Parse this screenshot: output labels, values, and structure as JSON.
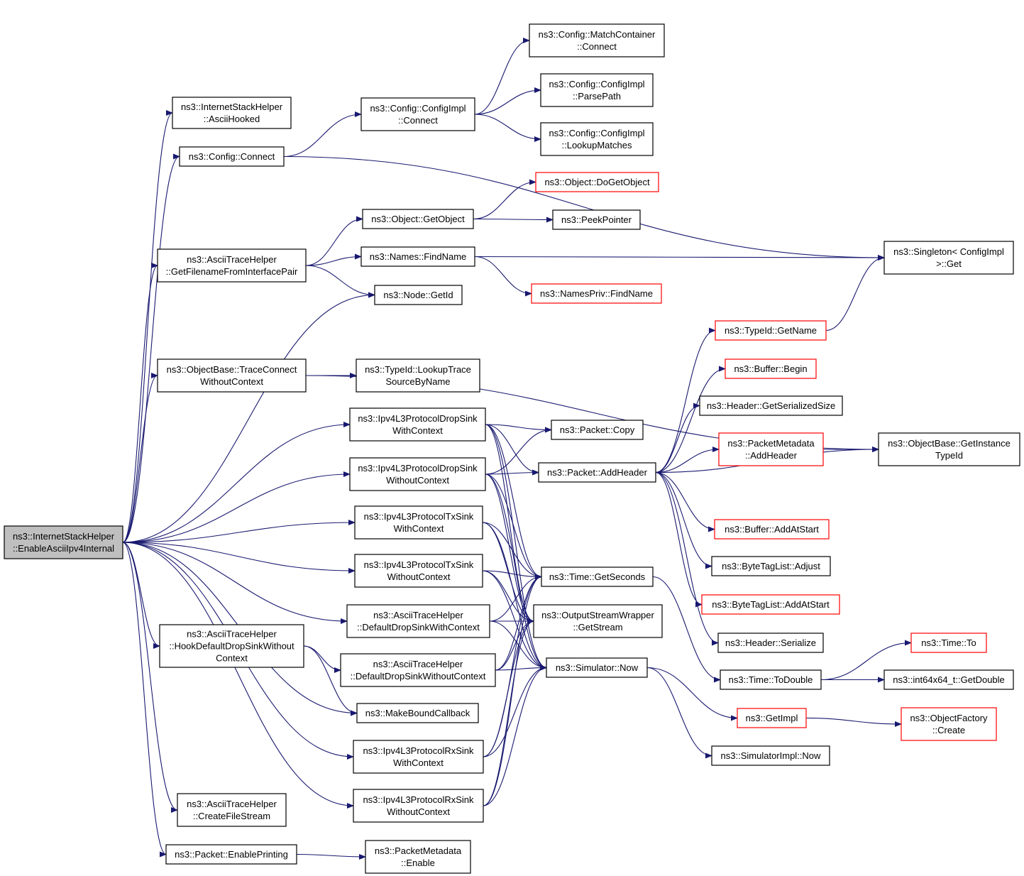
{
  "graph": {
    "nodes": [
      {
        "id": "root",
        "lines": [
          "ns3::InternetStackHelper",
          "::EnableAsciiIpv4Internal"
        ],
        "style": "root"
      },
      {
        "id": "asciihooked",
        "lines": [
          "ns3::InternetStackHelper",
          "::AsciiHooked"
        ],
        "style": "normal"
      },
      {
        "id": "cfgconnect",
        "lines": [
          "ns3::Config::Connect"
        ],
        "style": "normal"
      },
      {
        "id": "cfgimplconnect",
        "lines": [
          "ns3::Config::ConfigImpl",
          "::Connect"
        ],
        "style": "normal"
      },
      {
        "id": "matchcontainer",
        "lines": [
          "ns3::Config::MatchContainer",
          "::Connect"
        ],
        "style": "normal"
      },
      {
        "id": "parsepath",
        "lines": [
          "ns3::Config::ConfigImpl",
          "::ParsePath"
        ],
        "style": "normal"
      },
      {
        "id": "lookupmatches",
        "lines": [
          "ns3::Config::ConfigImpl",
          "::LookupMatches"
        ],
        "style": "normal"
      },
      {
        "id": "dogetobject",
        "lines": [
          "ns3::Object::DoGetObject"
        ],
        "style": "red"
      },
      {
        "id": "getobject",
        "lines": [
          "ns3::Object::GetObject"
        ],
        "style": "normal"
      },
      {
        "id": "peekpointer",
        "lines": [
          "ns3::PeekPointer"
        ],
        "style": "normal"
      },
      {
        "id": "getfilename",
        "lines": [
          "ns3::AsciiTraceHelper",
          "::GetFilenameFromInterfacePair"
        ],
        "style": "normal"
      },
      {
        "id": "namesfind",
        "lines": [
          "ns3::Names::FindName"
        ],
        "style": "normal"
      },
      {
        "id": "singleton",
        "lines": [
          "ns3::Singleton< ConfigImpl",
          ">::Get"
        ],
        "style": "normal"
      },
      {
        "id": "namespriv",
        "lines": [
          "ns3::NamesPriv::FindName"
        ],
        "style": "red"
      },
      {
        "id": "nodegetid",
        "lines": [
          "ns3::Node::GetId"
        ],
        "style": "normal"
      },
      {
        "id": "typeidgetname",
        "lines": [
          "ns3::TypeId::GetName"
        ],
        "style": "red"
      },
      {
        "id": "traceconnect",
        "lines": [
          "ns3::ObjectBase::TraceConnect",
          "WithoutContext"
        ],
        "style": "normal"
      },
      {
        "id": "lookuptrace",
        "lines": [
          "ns3::TypeId::LookupTrace",
          "SourceByName"
        ],
        "style": "normal"
      },
      {
        "id": "bufferbegin",
        "lines": [
          "ns3::Buffer::Begin"
        ],
        "style": "red"
      },
      {
        "id": "headergetsize",
        "lines": [
          "ns3::Header::GetSerializedSize"
        ],
        "style": "normal"
      },
      {
        "id": "dropsinkwith",
        "lines": [
          "ns3::Ipv4L3ProtocolDropSink",
          "WithContext"
        ],
        "style": "normal"
      },
      {
        "id": "packetcopy",
        "lines": [
          "ns3::Packet::Copy"
        ],
        "style": "normal"
      },
      {
        "id": "pmaddheader",
        "lines": [
          "ns3::PacketMetadata",
          "::AddHeader"
        ],
        "style": "red"
      },
      {
        "id": "getinstancetypeid",
        "lines": [
          "ns3::ObjectBase::GetInstance",
          "TypeId"
        ],
        "style": "normal"
      },
      {
        "id": "dropsinkwithout",
        "lines": [
          "ns3::Ipv4L3ProtocolDropSink",
          "WithoutContext"
        ],
        "style": "normal"
      },
      {
        "id": "addheader",
        "lines": [
          "ns3::Packet::AddHeader"
        ],
        "style": "normal"
      },
      {
        "id": "txsinkwith",
        "lines": [
          "ns3::Ipv4L3ProtocolTxSink",
          "WithContext"
        ],
        "style": "normal"
      },
      {
        "id": "bufferaddatstart",
        "lines": [
          "ns3::Buffer::AddAtStart"
        ],
        "style": "red"
      },
      {
        "id": "bytetagadjust",
        "lines": [
          "ns3::ByteTagList::Adjust"
        ],
        "style": "normal"
      },
      {
        "id": "txsinkwithout",
        "lines": [
          "ns3::Ipv4L3ProtocolTxSink",
          "WithoutContext"
        ],
        "style": "normal"
      },
      {
        "id": "timegetseconds",
        "lines": [
          "ns3::Time::GetSeconds"
        ],
        "style": "normal"
      },
      {
        "id": "bytetagaddatstart",
        "lines": [
          "ns3::ByteTagList::AddAtStart"
        ],
        "style": "red"
      },
      {
        "id": "defaultdropwith",
        "lines": [
          "ns3::AsciiTraceHelper",
          "::DefaultDropSinkWithContext"
        ],
        "style": "normal"
      },
      {
        "id": "outputstream",
        "lines": [
          "ns3::OutputStreamWrapper",
          "::GetStream"
        ],
        "style": "normal"
      },
      {
        "id": "hookdefault",
        "lines": [
          "ns3::AsciiTraceHelper",
          "::HookDefaultDropSinkWithout",
          "Context"
        ],
        "style": "normal"
      },
      {
        "id": "headerserialize",
        "lines": [
          "ns3::Header::Serialize"
        ],
        "style": "normal"
      },
      {
        "id": "timeto",
        "lines": [
          "ns3::Time::To"
        ],
        "style": "red"
      },
      {
        "id": "defaultdropwithout",
        "lines": [
          "ns3::AsciiTraceHelper",
          "::DefaultDropSinkWithoutContext"
        ],
        "style": "normal"
      },
      {
        "id": "simnow",
        "lines": [
          "ns3::Simulator::Now"
        ],
        "style": "normal"
      },
      {
        "id": "timetodouble",
        "lines": [
          "ns3::Time::ToDouble"
        ],
        "style": "normal"
      },
      {
        "id": "int64getdouble",
        "lines": [
          "ns3::int64x64_t::GetDouble"
        ],
        "style": "normal"
      },
      {
        "id": "makebound",
        "lines": [
          "ns3::MakeBoundCallback"
        ],
        "style": "normal"
      },
      {
        "id": "getimpl",
        "lines": [
          "ns3::GetImpl"
        ],
        "style": "red"
      },
      {
        "id": "objectfactory",
        "lines": [
          "ns3::ObjectFactory",
          "::Create"
        ],
        "style": "red"
      },
      {
        "id": "rxsinkwith",
        "lines": [
          "ns3::Ipv4L3ProtocolRxSink",
          "WithContext"
        ],
        "style": "normal"
      },
      {
        "id": "simimplnow",
        "lines": [
          "ns3::SimulatorImpl::Now"
        ],
        "style": "normal"
      },
      {
        "id": "rxsinkwithout",
        "lines": [
          "ns3::Ipv4L3ProtocolRxSink",
          "WithoutContext"
        ],
        "style": "normal"
      },
      {
        "id": "createfilestream",
        "lines": [
          "ns3::AsciiTraceHelper",
          "::CreateFileStream"
        ],
        "style": "normal"
      },
      {
        "id": "enableprinting",
        "lines": [
          "ns3::Packet::EnablePrinting"
        ],
        "style": "normal"
      },
      {
        "id": "pmenable",
        "lines": [
          "ns3::PacketMetadata",
          "::Enable"
        ],
        "style": "normal"
      }
    ],
    "edges": [
      [
        "root",
        "asciihooked"
      ],
      [
        "root",
        "cfgconnect"
      ],
      [
        "root",
        "getfilename"
      ],
      [
        "root",
        "nodegetid"
      ],
      [
        "root",
        "traceconnect"
      ],
      [
        "root",
        "dropsinkwith"
      ],
      [
        "root",
        "dropsinkwithout"
      ],
      [
        "root",
        "txsinkwith"
      ],
      [
        "root",
        "txsinkwithout"
      ],
      [
        "root",
        "defaultdropwith"
      ],
      [
        "root",
        "hookdefault"
      ],
      [
        "root",
        "makebound"
      ],
      [
        "root",
        "rxsinkwith"
      ],
      [
        "root",
        "rxsinkwithout"
      ],
      [
        "root",
        "createfilestream"
      ],
      [
        "root",
        "enableprinting"
      ],
      [
        "cfgconnect",
        "cfgimplconnect"
      ],
      [
        "cfgconnect",
        "singleton"
      ],
      [
        "cfgimplconnect",
        "matchcontainer"
      ],
      [
        "cfgimplconnect",
        "parsepath"
      ],
      [
        "cfgimplconnect",
        "lookupmatches"
      ],
      [
        "getfilename",
        "getobject"
      ],
      [
        "getfilename",
        "namesfind"
      ],
      [
        "getfilename",
        "nodegetid"
      ],
      [
        "getobject",
        "dogetobject"
      ],
      [
        "getobject",
        "peekpointer"
      ],
      [
        "namesfind",
        "singleton"
      ],
      [
        "namesfind",
        "namespriv"
      ],
      [
        "traceconnect",
        "lookuptrace"
      ],
      [
        "traceconnect",
        "getinstancetypeid"
      ],
      [
        "typeidgetname",
        "singleton"
      ],
      [
        "dropsinkwith",
        "packetcopy"
      ],
      [
        "dropsinkwith",
        "addheader"
      ],
      [
        "dropsinkwith",
        "timegetseconds"
      ],
      [
        "dropsinkwith",
        "outputstream"
      ],
      [
        "dropsinkwith",
        "simnow"
      ],
      [
        "dropsinkwithout",
        "packetcopy"
      ],
      [
        "dropsinkwithout",
        "addheader"
      ],
      [
        "dropsinkwithout",
        "timegetseconds"
      ],
      [
        "dropsinkwithout",
        "outputstream"
      ],
      [
        "dropsinkwithout",
        "simnow"
      ],
      [
        "txsinkwith",
        "timegetseconds"
      ],
      [
        "txsinkwith",
        "outputstream"
      ],
      [
        "txsinkwith",
        "simnow"
      ],
      [
        "txsinkwithout",
        "timegetseconds"
      ],
      [
        "txsinkwithout",
        "outputstream"
      ],
      [
        "txsinkwithout",
        "simnow"
      ],
      [
        "defaultdropwith",
        "timegetseconds"
      ],
      [
        "defaultdropwith",
        "outputstream"
      ],
      [
        "defaultdropwith",
        "simnow"
      ],
      [
        "defaultdropwithout",
        "timegetseconds"
      ],
      [
        "defaultdropwithout",
        "outputstream"
      ],
      [
        "defaultdropwithout",
        "simnow"
      ],
      [
        "hookdefault",
        "defaultdropwithout"
      ],
      [
        "hookdefault",
        "makebound"
      ],
      [
        "rxsinkwith",
        "timegetseconds"
      ],
      [
        "rxsinkwith",
        "outputstream"
      ],
      [
        "rxsinkwith",
        "simnow"
      ],
      [
        "rxsinkwithout",
        "timegetseconds"
      ],
      [
        "rxsinkwithout",
        "outputstream"
      ],
      [
        "rxsinkwithout",
        "simnow"
      ],
      [
        "addheader",
        "typeidgetname"
      ],
      [
        "addheader",
        "bufferbegin"
      ],
      [
        "addheader",
        "headergetsize"
      ],
      [
        "addheader",
        "pmaddheader"
      ],
      [
        "addheader",
        "getinstancetypeid"
      ],
      [
        "addheader",
        "bufferaddatstart"
      ],
      [
        "addheader",
        "bytetagadjust"
      ],
      [
        "addheader",
        "bytetagaddatstart"
      ],
      [
        "addheader",
        "headerserialize"
      ],
      [
        "pmaddheader",
        "getinstancetypeid"
      ],
      [
        "timegetseconds",
        "timetodouble"
      ],
      [
        "timetodouble",
        "timeto"
      ],
      [
        "timetodouble",
        "int64getdouble"
      ],
      [
        "simnow",
        "getimpl"
      ],
      [
        "simnow",
        "simimplnow"
      ],
      [
        "getimpl",
        "objectfactory"
      ],
      [
        "enableprinting",
        "pmenable"
      ]
    ]
  }
}
